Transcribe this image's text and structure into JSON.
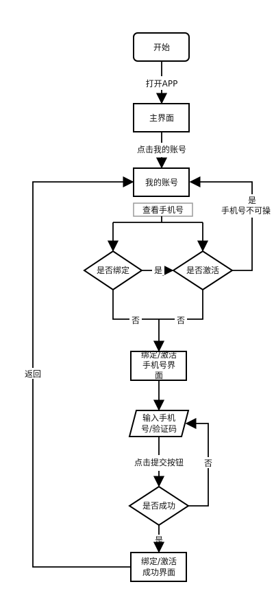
{
  "nodes": {
    "start": "开始",
    "main": "主界面",
    "account": "我的账号",
    "view_phone": "查看手机号",
    "is_bound": "是否绑定",
    "is_activated": "是否激活",
    "bind_page_l1": "绑定/激活",
    "bind_page_l2": "手机号界",
    "bind_page_l3": "面",
    "input_l1": "输入手机",
    "input_l2": "号/验证码",
    "is_success": "是否成功",
    "success_l1": "绑定/激活",
    "success_l2": "成功界面"
  },
  "edges": {
    "open_app": "打开APP",
    "click_account": "点击我的账号",
    "yes_bound_to_activated": "是",
    "yes_activated": "是",
    "phone_not_operable": "手机号不可操",
    "no_bound": "否",
    "no_activated": "否",
    "click_submit": "点击提交按钮",
    "no_success": "否",
    "yes_success": "是",
    "back": "返回"
  }
}
